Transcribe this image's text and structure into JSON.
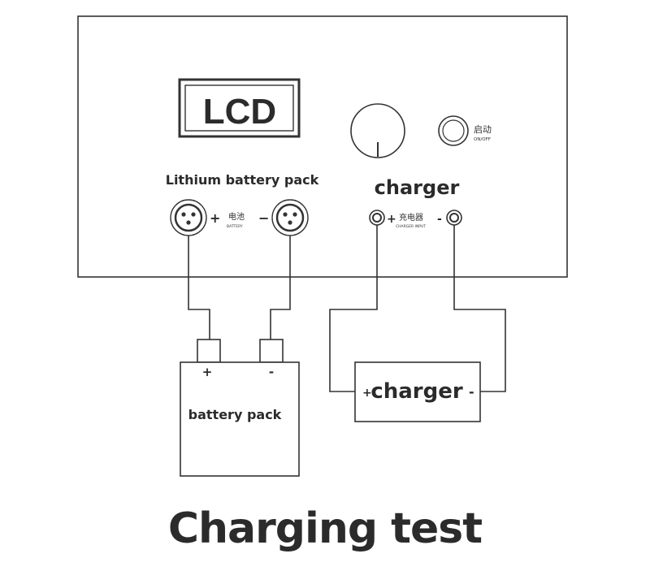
{
  "panel": {
    "lcd_label": "LCD",
    "battery_section_title": "Lithium battery pack",
    "charger_section_title": "charger",
    "power_switch": {
      "cn": "启动",
      "en": "ON/OFF"
    },
    "battery_port": {
      "plus": "+",
      "minus": "−",
      "cn": "电池",
      "en": "BATTERY"
    },
    "charger_port": {
      "plus": "+",
      "minus": "-",
      "cn": "充电器",
      "en": "CHARGER INPUT"
    }
  },
  "battery_pack": {
    "label": "battery pack",
    "plus": "+",
    "minus": "-"
  },
  "charger_unit": {
    "label": "charger",
    "plus": "+",
    "minus": "-"
  },
  "caption": "Charging test",
  "colors": {
    "line": "#333333",
    "text": "#2b2b2b",
    "background": "#ffffff"
  }
}
